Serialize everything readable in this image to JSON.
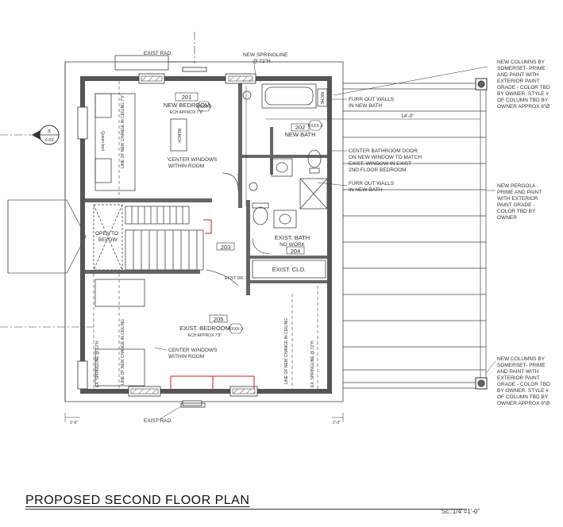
{
  "title": "PROPOSED SECOND FLOOR PLAN",
  "scale": "Sc.:1/4\"=1'-0\"",
  "section_marker": {
    "top": "X",
    "bottom": "X-XX"
  },
  "rooms": {
    "bedroom_new": {
      "number": "201",
      "name": "NEW BEDROOM",
      "sub": "ECH APPROX 7'9\""
    },
    "bath_new": {
      "number": "202",
      "name": "NEW BATH"
    },
    "hall": {
      "number": "203"
    },
    "bath_exist": {
      "number": "204",
      "name": "EXIST. BATH",
      "sub": "NO WORK"
    },
    "bedroom_exist": {
      "number": "205",
      "name": "EXIST. BEDROOM",
      "sub": "ECH APPROX 7'9\""
    },
    "closet": {
      "name": "EXIST. CLO."
    }
  },
  "labels": {
    "exist_rad_top": "EXIST RAD.",
    "exist_rad_bottom": "EXIST RAD.",
    "springline_top": [
      "NEW SPRINGLINE",
      "@ 72\"H"
    ],
    "open_to_below": [
      "OPEN TO",
      "BELOW"
    ],
    "queen_bed": "Queen bed",
    "bench": "BENCH",
    "niche": "NICHE",
    "line_change_a": "LINE OF NEW CHANGE IN CEILING 7'9\"",
    "line_change_b": "LINE OF NEW CHANGE IN CEILING",
    "line_change_c": "LINE OF NEW CHANGE IN CEILING",
    "ex_springline_a": "EX. SPRINGLINE @ 72\"H",
    "ex_springline_b": "EX. SPRINGLINE @ 72\"H",
    "center_windows_a": [
      "CENTER WINDOWS",
      "WITHIN ROOM"
    ],
    "center_windows_b": [
      "CENTER WINDOWS",
      "WITHIN ROOM"
    ],
    "exist_door": "EXIST DR.",
    "dim_14": "14'-0\"",
    "dim_2_6": "2'-6\"",
    "dim_2_0": "2'-0\""
  },
  "callouts": {
    "furr_top": [
      "FURR OUT WALLS",
      "IN NEW BATH"
    ],
    "center_door": [
      "CENTER BATHROOM DOOR",
      "ON NEW WINDOW TO MATCH",
      "EXIST. WINDOW IN EXIST",
      "2ND FLOOR BEDROOM"
    ],
    "furr_bottom": [
      "FURR OUT WALLS",
      "IN NEW BATH"
    ],
    "columns_top": [
      "NEW COLUMNS BY",
      "SOMERSET- PRIME",
      "AND PAINT WITH",
      "EXTERIOR PAINT",
      "GRADE - COLOR TBD",
      "BY OWNER. STYLE #",
      "OF COLUMN TBD BY",
      "OWNER APPROX 8\"Ø"
    ],
    "pergola": [
      "NEW PERGOLA -",
      "PRIME AND PAINT",
      "WITH EXTERIOR",
      "PAINT GRADE -",
      "COLOR TBD BY",
      "OWNER"
    ],
    "columns_bottom": [
      "NEW COLUMNS BY",
      "SOMERSET- PRIME",
      "AND PAINT WITH",
      "EXTERIOR PAINT",
      "GRADE - COLOR TBD",
      "BY OWNER. STYLE #",
      "OF COLUMN TBD BY",
      "OWNER APPROX 8\"Ø"
    ]
  },
  "tags": {
    "window": "XXXX-2"
  },
  "colors": {
    "line": "#222222",
    "wall": "#4a4a4a",
    "red": "#d41c1c"
  }
}
